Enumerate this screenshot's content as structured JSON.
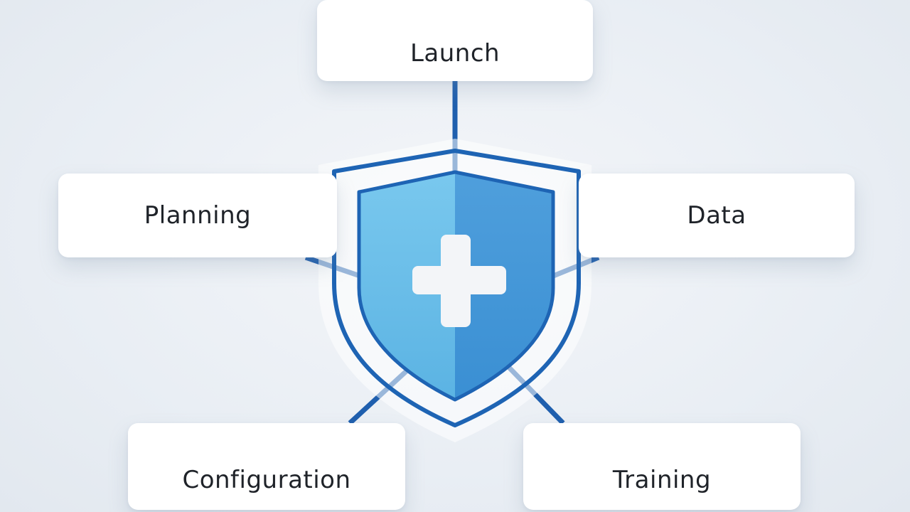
{
  "diagram": {
    "nodes": {
      "launch": "Launch",
      "planning": "Planning",
      "data": "Data",
      "configuration": "Configuration",
      "training": "Training"
    },
    "center_icon": "shield-plus-icon",
    "colors": {
      "connector": "#1f5fae",
      "shield_outline": "#1e64b4",
      "shield_fill_light": "#66bce6",
      "shield_fill_dark": "#3d93d6",
      "plus": "#f3f5f8",
      "node_bg": "#ffffff",
      "node_text": "#1f2329",
      "background": "#eaeff5"
    }
  }
}
